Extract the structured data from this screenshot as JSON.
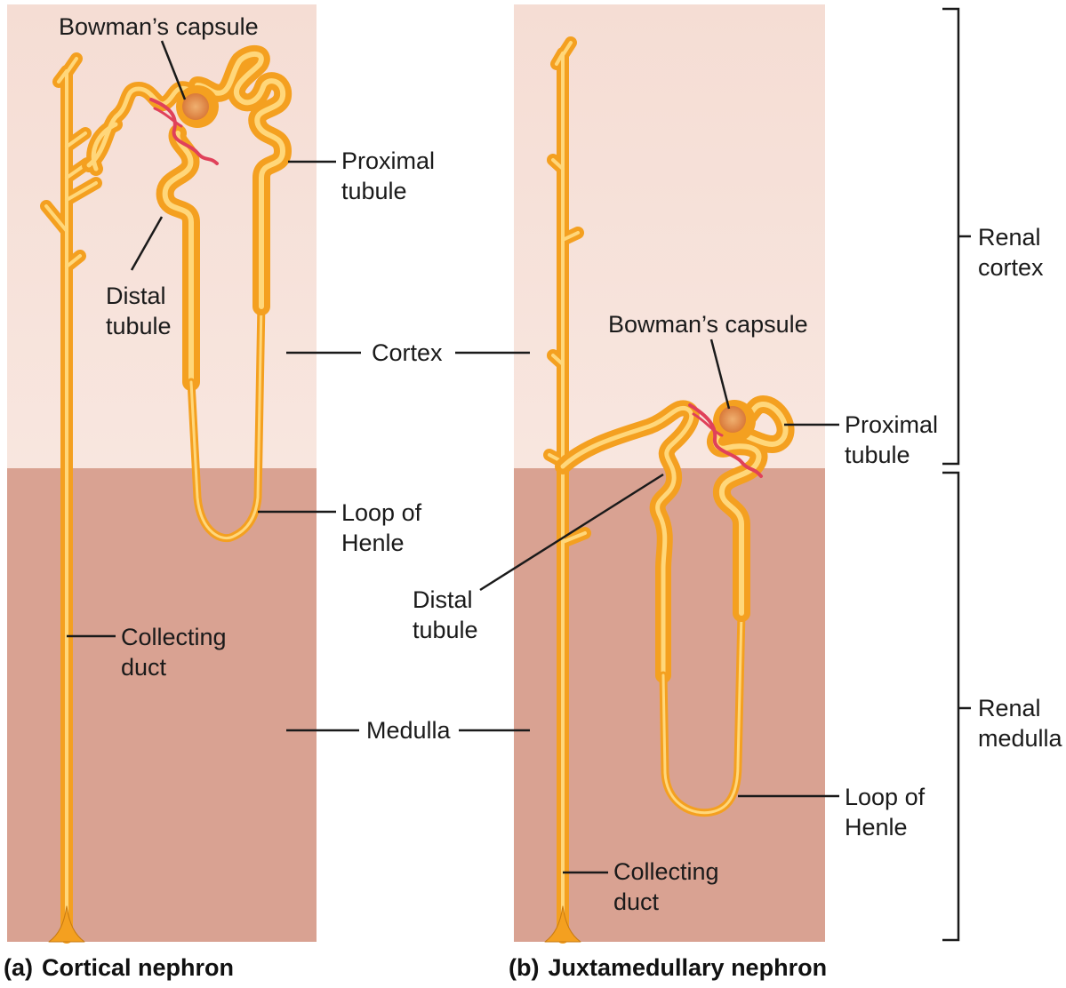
{
  "panel_a": {
    "bowmans_capsule": "Bowman’s capsule",
    "proximal_tubule_1": "Proximal",
    "proximal_tubule_2": "tubule",
    "distal_tubule_1": "Distal",
    "distal_tubule_2": "tubule",
    "loop_henle_1": "Loop of",
    "loop_henle_2": "Henle",
    "collecting_duct_1": "Collecting",
    "collecting_duct_2": "duct",
    "caption_prefix": "(a)",
    "caption_title": "Cortical nephron"
  },
  "panel_b": {
    "bowmans_capsule": "Bowman’s capsule",
    "proximal_tubule_1": "Proximal",
    "proximal_tubule_2": "tubule",
    "distal_tubule_1": "Distal",
    "distal_tubule_2": "tubule",
    "loop_henle_1": "Loop of",
    "loop_henle_2": "Henle",
    "collecting_duct_1": "Collecting",
    "collecting_duct_2": "duct",
    "caption_prefix": "(b)",
    "caption_title": "Juxtamedullary nephron"
  },
  "shared": {
    "cortex": "Cortex",
    "medulla": "Medulla"
  },
  "regions": {
    "renal_cortex_1": "Renal",
    "renal_cortex_2": "cortex",
    "renal_medulla_1": "Renal",
    "renal_medulla_2": "medulla"
  },
  "colors": {
    "cortex_bg": "#f7e2da",
    "medulla_bg": "#d9a292",
    "tubule": "#f6a623",
    "tubule_highlight": "#ffd77a",
    "capillary": "#e0415a",
    "glomerulus": "#e58a4a"
  }
}
